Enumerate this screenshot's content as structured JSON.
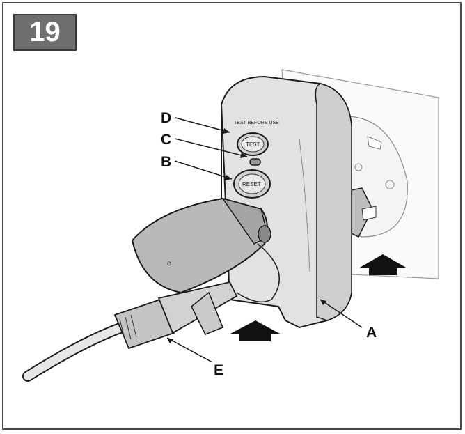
{
  "figure": {
    "number": "19",
    "device_text": {
      "header": "TEST BEFORE USE",
      "test_button": "TEST",
      "reset_button": "RESET",
      "lid_mark": "e"
    },
    "callouts": {
      "a": "A",
      "b": "B",
      "c": "C",
      "d": "D",
      "e": "E"
    },
    "colors": {
      "device_fill": "#dcdcdc",
      "outline": "#1a1a1a",
      "arrow": "#111111"
    }
  }
}
